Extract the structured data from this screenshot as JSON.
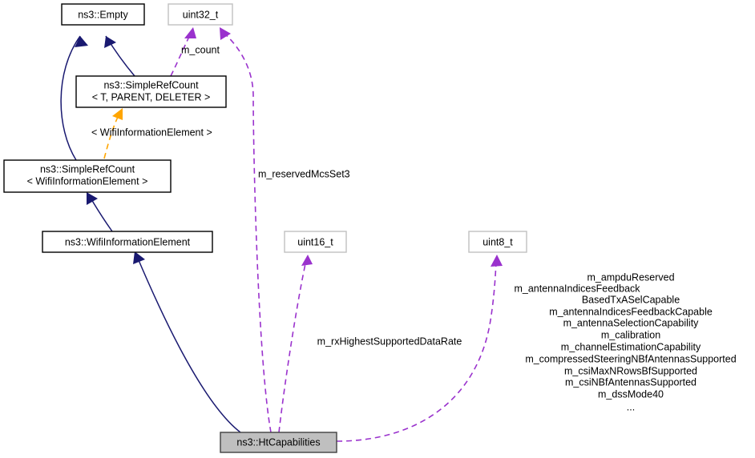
{
  "diagram": {
    "type": "uml-collaboration-diagram",
    "title": "ns3::HtCapabilities collaboration diagram",
    "colors": {
      "inheritance_edge": "#191970",
      "usage_edge": "#9a32cd",
      "template_edge": "#ffa500",
      "current_node_fill": "#bfbfbf",
      "node_fill": "#ffffff",
      "node_border_strong": "#000000",
      "node_border_light": "#c0c0c0",
      "background": "#ffffff"
    },
    "nodes": [
      {
        "id": "empty",
        "label_line1": "ns3::Empty",
        "label_line2": "",
        "style": "strong"
      },
      {
        "id": "uint32",
        "label_line1": "uint32_t",
        "label_line2": "",
        "style": "light"
      },
      {
        "id": "srcT",
        "label_line1": "ns3::SimpleRefCount",
        "label_line2": "< T, PARENT, DELETER >",
        "style": "strong"
      },
      {
        "id": "srcWIE",
        "label_line1": "ns3::SimpleRefCount",
        "label_line2": "< WifiInformationElement >",
        "style": "strong"
      },
      {
        "id": "wie",
        "label_line1": "ns3::WifiInformationElement",
        "label_line2": "",
        "style": "strong"
      },
      {
        "id": "uint16",
        "label_line1": "uint16_t",
        "label_line2": "",
        "style": "light"
      },
      {
        "id": "uint8",
        "label_line1": "uint8_t",
        "label_line2": "",
        "style": "light"
      },
      {
        "id": "htcap",
        "label_line1": "ns3::HtCapabilities",
        "label_line2": "",
        "style": "current"
      }
    ],
    "edge_labels": {
      "m_count": "m_count",
      "template_param": "< WifiInformationElement >",
      "m_reservedMcsSet3": "m_reservedMcsSet3",
      "m_rxHighestSupportedDataRate": "m_rxHighestSupportedDataRate"
    },
    "uint8_fields": [
      "m_ampduReserved",
      "m_antennaIndicesFeedback",
      "BasedTxASelCapable",
      "m_antennaIndicesFeedbackCapable",
      "m_antennaSelectionCapability",
      "m_calibration",
      "m_channelEstimationCapability",
      "m_compressedSteeringNBfAntennasSupported",
      "m_csiMaxNRowsBfSupported",
      "m_csiNBfAntennasSupported",
      "m_dssMode40",
      "..."
    ]
  }
}
